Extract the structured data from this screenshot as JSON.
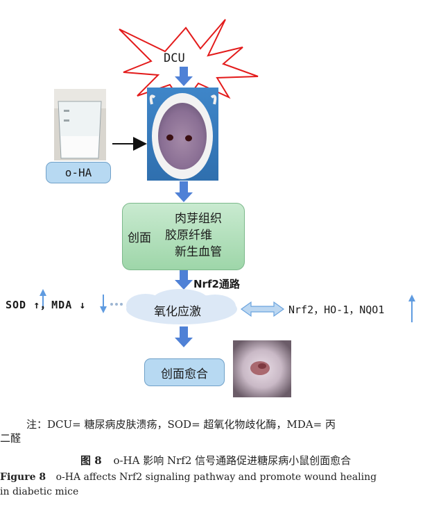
{
  "flow": {
    "dcu": "DCU",
    "oha_label": "o-HA",
    "wound": "创面",
    "items": [
      "肉芽组织",
      "胶原纤维",
      "新生血管"
    ],
    "pathway": "Nrf2通路",
    "sod_mda": "SOD ↑，MDA ↓",
    "oxidative_stress": "氧化应激",
    "nrf2_genes": "Nrf2，HO-1，NQO1",
    "healing": "创面愈合"
  },
  "caption": {
    "note_line1": "注：DCU= 糖尿病皮肤溃疡，SOD= 超氧化物歧化酶，MDA= 丙",
    "note_line2": "二醛",
    "fig_cn_label": "图 8",
    "fig_cn_text": "o-HA 影响 Nrf2 信号通路促进糖尿病小鼠创面愈合",
    "fig_en_label": "Figure 8",
    "fig_en_line1": "o-HA affects Nrf2 signaling pathway and promote wound healing",
    "fig_en_line2": "in diabetic mice"
  },
  "colors": {
    "arrow_blue": "#4f81d6",
    "red_arrow": "#b00000",
    "pill_fill": "#b7d9f2",
    "green_box": "#a9ddb3",
    "cloud": "#dce8f6",
    "star_outline": "#e31b1b"
  }
}
